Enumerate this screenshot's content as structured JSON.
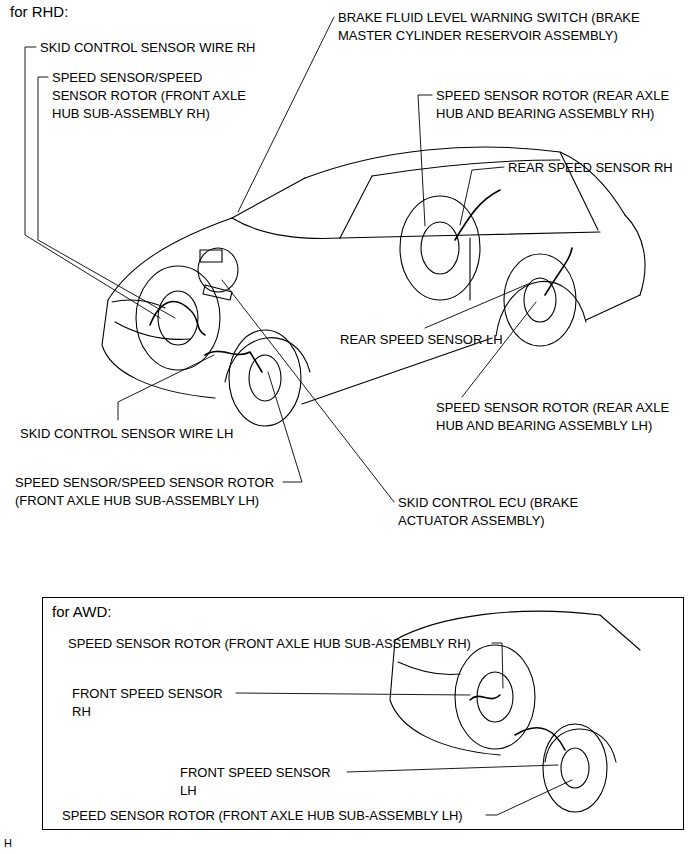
{
  "diagram": {
    "nodes": [
      {
        "text": [
          "for AWD:"
        ]
      }
    ],
    "labels": [
      "for RHD:",
      "SKID CONTROL SENSOR WIRE RH",
      "SPEED SENSOR/SPEED SENSOR ROTOR (FRONT AXLE HUB SUB-ASSEMBLY RH)",
      "BRAKE FLUID LEVEL WARNING SWITCH (BRAKE MASTER CYLINDER RESERVOIR ASSEMBLY)",
      "SPEED SENSOR ROTOR (REAR AXLE HUB AND BEARING ASSEMBLY RH)",
      "REAR SPEED SENSOR RH",
      "REAR SPEED SENSOR LH",
      "SKID CONTROL SENSOR WIRE LH",
      "SPEED SENSOR ROTOR (REAR AXLE HUB AND BEARING ASSEMBLY LH)",
      "SPEED SENSOR/SPEED SENSOR ROTOR (FRONT AXLE HUB SUB-ASSEMBLY LH)",
      "SKID CONTROL ECU (BRAKE ACTUATOR ASSEMBLY)",
      "SPEED SENSOR ROTOR (FRONT AXLE HUB SUB-ASSEMBLY RH)",
      "FRONT SPEED SENSOR RH",
      "FRONT SPEED SENSOR LH",
      "SPEED SENSOR ROTOR (FRONT AXLE HUB SUB-ASSEMBLY LH)",
      "H"
    ]
  }
}
